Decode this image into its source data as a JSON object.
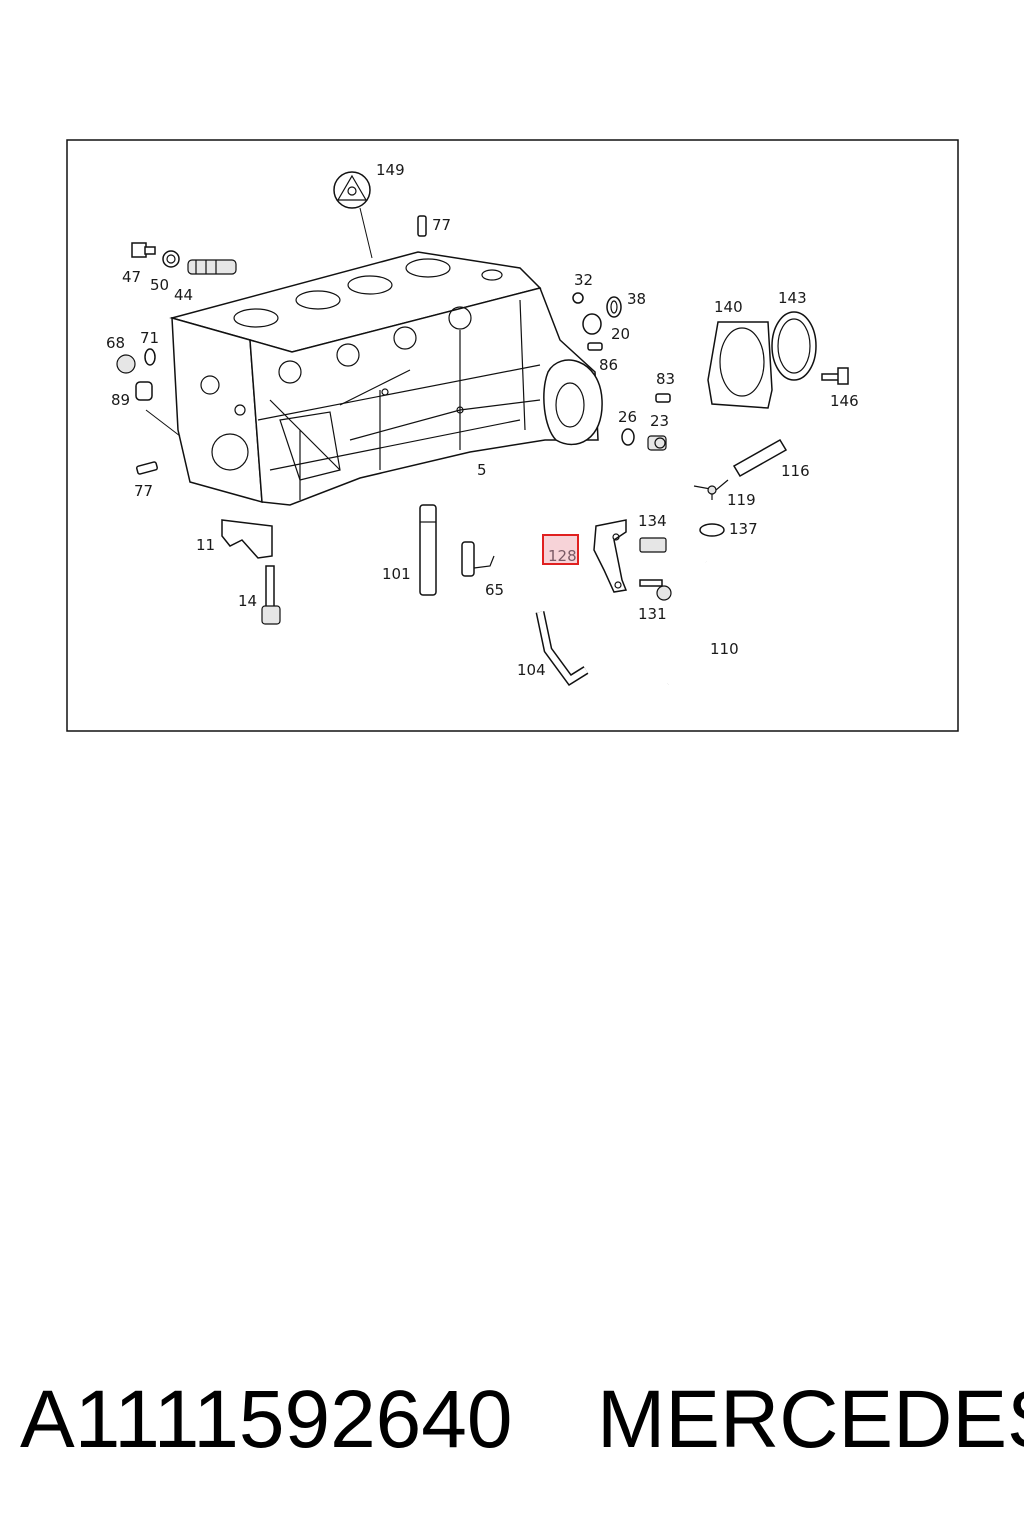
{
  "diagram": {
    "highlighted_callout": "128",
    "highlight_color": "#e02020",
    "callouts": [
      "149",
      "77",
      "47",
      "50",
      "44",
      "32",
      "38",
      "20",
      "86",
      "140",
      "143",
      "146",
      "68",
      "71",
      "89",
      "83",
      "26",
      "23",
      "77",
      "5",
      "116",
      "119",
      "134",
      "137",
      "11",
      "128",
      "101",
      "65",
      "131",
      "14",
      "110",
      "104"
    ]
  },
  "caption": {
    "part_number": "A1111592640",
    "brand": "MERCEDES"
  }
}
